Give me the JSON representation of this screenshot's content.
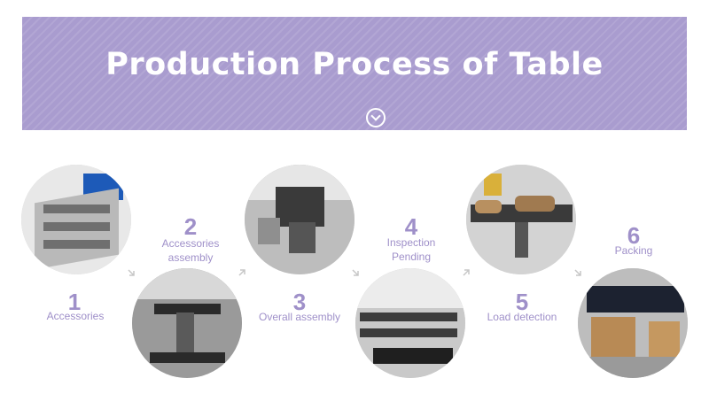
{
  "header": {
    "title": "Production Process of Table",
    "icon": "chevron-down-circle-icon"
  },
  "steps": [
    {
      "number": "1",
      "label": "Accessories"
    },
    {
      "number": "2",
      "label_line1": "Accessories",
      "label_line2": "assembly"
    },
    {
      "number": "3",
      "label": "Overall assembly"
    },
    {
      "number": "4",
      "label_line1": "Inspection",
      "label_line2": "Pending"
    },
    {
      "number": "5",
      "label": "Load detection"
    },
    {
      "number": "6",
      "label": "Packing"
    }
  ],
  "colors": {
    "banner": "#a99ccf",
    "accent_text": "#9f90c9",
    "arrow": "#c7c7c7"
  }
}
